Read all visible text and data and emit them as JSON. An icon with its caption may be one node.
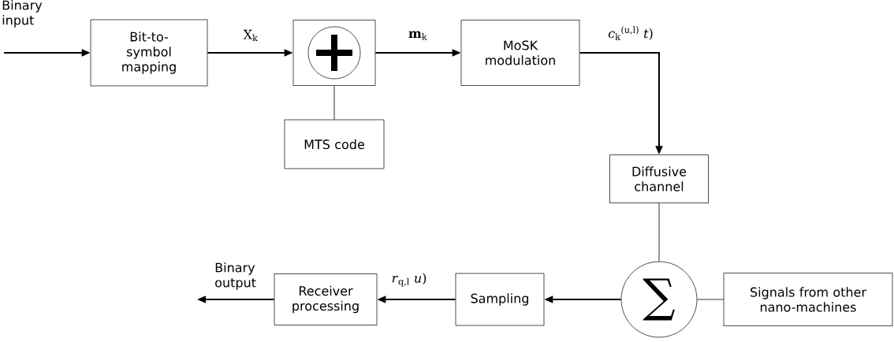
{
  "diagram": {
    "nodes": [
      {
        "text": [
          "Bit-to-symbol mapping"
        ]
      },
      {
        "text": [],
        "shape": "box"
      },
      {
        "text": [
          "MTS code"
        ]
      },
      {
        "text": [
          "MoSK modulation"
        ]
      },
      {
        "text": [
          "Diffusive channel"
        ]
      },
      {
        "text": [
          "∑"
        ]
      },
      {
        "text": [
          "Signals from other nano-machines"
        ]
      },
      {
        "text": [
          "Sampling"
        ]
      },
      {
        "text": [
          "Receiver processing"
        ]
      },
      {
        "text": [
          "Binary input"
        ]
      },
      {
        "text": [
          "Binary output"
        ]
      }
    ],
    "edges": [
      {
        "from": 9,
        "to": 0,
        "arrow": "to"
      },
      {
        "from": 0,
        "to": 1,
        "arrow": "to",
        "label": "X$_{k}$"
      },
      {
        "from": 2,
        "to": 1,
        "arrow": "none"
      },
      {
        "from": 1,
        "to": 3,
        "arrow": "to",
        "label": "**m**$_{k}$"
      },
      {
        "from": 3,
        "to": 4,
        "arrow": "to",
        "label": "*c*$_{k}$$^{(u,l)}$ *t*)"
      },
      {
        "from": 4,
        "to": 5,
        "arrow": "none"
      },
      {
        "from": 6,
        "to": 5,
        "arrow": "none"
      },
      {
        "from": 5,
        "to": 7,
        "arrow": "to"
      },
      {
        "from": 7,
        "to": 8,
        "arrow": "to",
        "label": "*r*$_{q,l}$ *u*)"
      },
      {
        "from": 8,
        "to": 10,
        "arrow": "to"
      }
    ]
  }
}
